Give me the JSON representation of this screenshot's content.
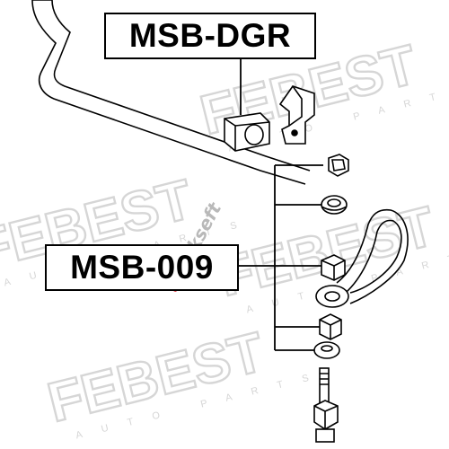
{
  "labels": {
    "top": "MSB-DGR",
    "left": "MSB-009"
  },
  "watermarks": {
    "brand": "FEBEST",
    "brand_sub": "AUTO PARTS",
    "seller_red": "a",
    "seller_rest": "utokseft"
  },
  "colors": {
    "line": "#000000",
    "watermark": "#d6d6d6",
    "seller_accent": "#e0202a"
  }
}
